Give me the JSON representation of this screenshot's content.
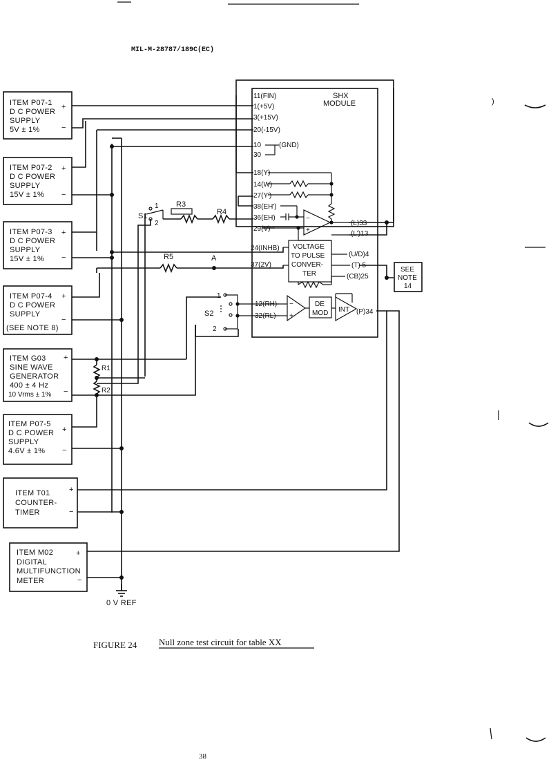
{
  "header": {
    "doc_number": "MIL-M-28787/189C(EC)"
  },
  "items": {
    "p07_1": {
      "l1": "ITEM P07-1",
      "l2": "D C POWER",
      "l3": "SUPPLY",
      "l4": "5V ± 1%"
    },
    "p07_2": {
      "l1": "ITEM P07-2",
      "l2": "D C POWER",
      "l3": "SUPPLY",
      "l4": "15V ± 1%"
    },
    "p07_3": {
      "l1": "ITEM P07-3",
      "l2": "D C POWER",
      "l3": "SUPPLY",
      "l4": "15V ± 1%"
    },
    "p07_4": {
      "l1": "ITEM P07-4",
      "l2": "D C POWER",
      "l3": "SUPPLY",
      "l4": "(SEE NOTE 8)"
    },
    "g03": {
      "l1": "ITEM G03",
      "l2": "SINE WAVE",
      "l3": "GENERATOR",
      "l4": "400 ± 4 Hz",
      "l5": "10 Vrms ± 1%"
    },
    "p07_5": {
      "l1": "ITEM P07-5",
      "l2": "D C POWER",
      "l3": "SUPPLY",
      "l4": "4.6V ± 1%"
    },
    "t01": {
      "l1": "ITEM T01",
      "l2": "COUNTER-",
      "l3": "TIMER"
    },
    "m02": {
      "l1": "ITEM M02",
      "l2": "DIGITAL",
      "l3": "MULTIFUNCTION",
      "l4": "METER"
    }
  },
  "polarity": {
    "plus": "+",
    "minus": "−"
  },
  "module": {
    "title1": "SHX",
    "title2": "MODULE",
    "pins": {
      "p11": "11(FIN)",
      "p1": "1(+5V)",
      "p3": "3(+15V)",
      "p20": "20(-15V)",
      "p10": "10",
      "p30": "30",
      "gnd": "(GND)",
      "p18": "18(Y)",
      "p14": "14(W)",
      "p27": "27(Y')",
      "p38": "38(EH')",
      "p36": "36(EH)",
      "p29": "29(V)",
      "p24": "24(INHB)",
      "p37": "37(2V)",
      "p12": "12(RH)",
      "p32": "32(RL)",
      "p33": "(L)33",
      "p13": "(L')13",
      "p4": "(U/D)4",
      "p5": "(T) 5",
      "p25": "(CB)25",
      "p34": "(P)34"
    },
    "vtp": {
      "l1": "VOLTAGE",
      "l2": "TO PULSE",
      "l3": "CONVER-",
      "l4": "TER"
    },
    "demod": {
      "l1": "DE",
      "l2": "MOD"
    },
    "int": "INT",
    "opamp_minus": "−",
    "opamp_plus": "+"
  },
  "components": {
    "r1": "R1",
    "r2": "R2",
    "r3": "R3",
    "r4": "R4",
    "r5": "R5",
    "s1": "S1",
    "s2": "S2",
    "pos1": "1",
    "pos2": "2",
    "node_a": "A"
  },
  "note": {
    "l1": "SEE",
    "l2": "NOTE",
    "l3": "14"
  },
  "ground": {
    "label": "0 V REF"
  },
  "caption": {
    "figure": "FIGURE 24",
    "title": "Null zone test circuit for table XX"
  },
  "page_number": "38"
}
